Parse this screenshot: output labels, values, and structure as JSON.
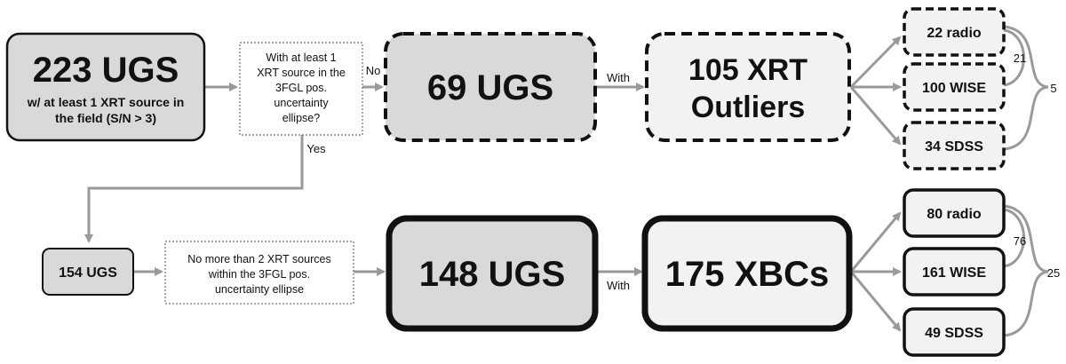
{
  "nodes": {
    "ugs223": {
      "title": "223 UGS",
      "subtitle_lines": [
        "w/ at least 1 XRT source in",
        "the field (S/N > 3)"
      ]
    },
    "question1": {
      "lines": [
        "With at least 1",
        "XRT source in the",
        "3FGL pos.",
        "uncertainty",
        "ellipse?"
      ]
    },
    "ugs69": {
      "title": "69 UGS"
    },
    "outliers": {
      "lines": [
        "105 XRT",
        "Outliers"
      ]
    },
    "radio22": {
      "label": "22 radio"
    },
    "wise100": {
      "label": "100 WISE"
    },
    "sdss34": {
      "label": "34 SDSS"
    },
    "ugs154": {
      "title": "154 UGS"
    },
    "question2": {
      "lines": [
        "No more than 2 XRT sources",
        "within the 3FGL pos.",
        "uncertainty ellipse"
      ]
    },
    "ugs148": {
      "title": "148 UGS"
    },
    "xbcs": {
      "title": "175 XBCs"
    },
    "radio80": {
      "label": "80 radio"
    },
    "wise161": {
      "label": "161 WISE"
    },
    "sdss49": {
      "label": "49 SDSS"
    }
  },
  "edges": {
    "no": "No",
    "yes": "Yes",
    "with_top": "With",
    "with_bottom": "With"
  },
  "overlaps": {
    "top_radio_wise": "21",
    "top_all": "5",
    "bottom_radio_wise": "76",
    "bottom_all": "25"
  },
  "colors": {
    "dark_fill": "#d9d9d9",
    "light_fill": "#f2f2f2",
    "arrow": "#9a9a9a",
    "stroke": "#111111"
  }
}
